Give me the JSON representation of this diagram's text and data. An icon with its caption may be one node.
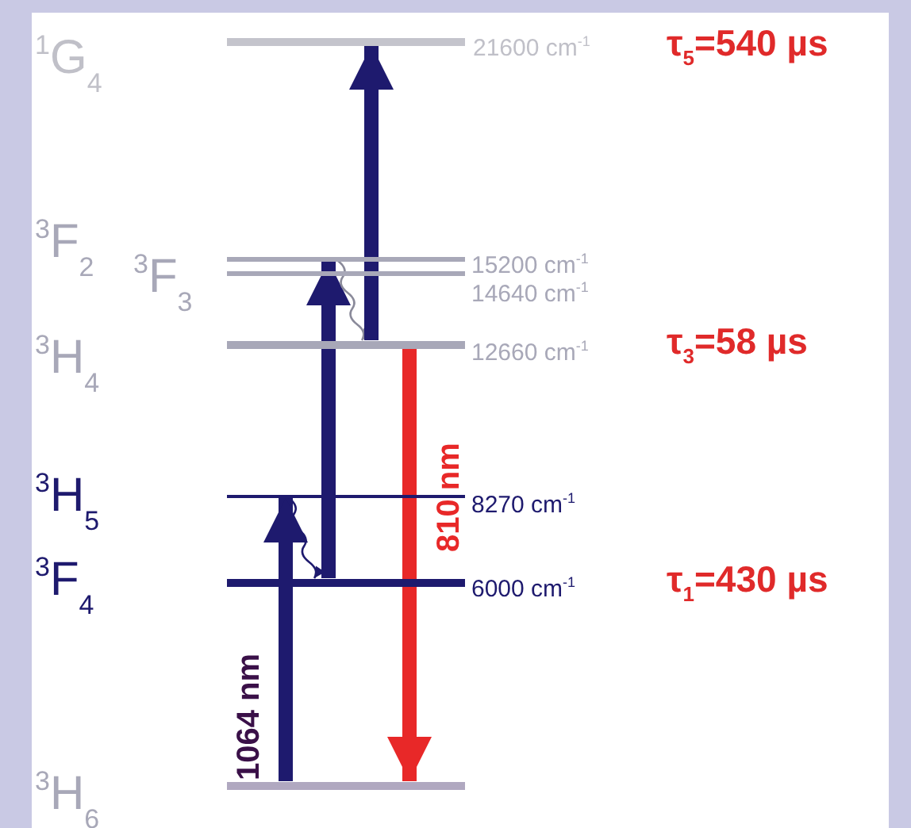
{
  "diagram": {
    "nodes": [
      {
        "text": [
          "$^{1}$G$_{4}$"
        ],
        "beside": [
          "21600 cm$^{-1}$",
          "τ$_{5}$=540 µs"
        ]
      },
      {
        "text": [
          "$^{3}$F$_{2}$"
        ],
        "beside": [
          "15200 cm$^{-1}$"
        ]
      },
      {
        "text": [
          "$^{3}$F$_{3}$"
        ],
        "beside": [
          "14640 cm$^{-1}$"
        ]
      },
      {
        "text": [
          "$^{3}$H$_{4}$"
        ],
        "beside": [
          "12660 cm$^{-1}$",
          "τ$_{3}$=58 µs"
        ]
      },
      {
        "text": [
          "$^{3}$H$_{5}$"
        ],
        "beside": [
          "8270 cm$^{-1}$"
        ]
      },
      {
        "text": [
          "$^{3}$F$_{4}$"
        ],
        "beside": [
          "6000 cm$^{-1}$",
          "τ$_{1}$=430 µs"
        ]
      },
      {
        "text": [
          "$^{3}$H$_{6}$"
        ]
      }
    ],
    "edges": [
      {
        "from": 6,
        "to": 4,
        "arrow": "to",
        "label": "1064 nm"
      },
      {
        "from": 4,
        "to": 5,
        "arrow": "to"
      },
      {
        "from": 5,
        "to": 1,
        "arrow": "to"
      },
      {
        "from": 1,
        "to": 3,
        "arrow": "to",
        "color": "#8a8a9a"
      },
      {
        "from": 3,
        "to": 0,
        "arrow": "to"
      },
      {
        "from": 3,
        "to": 6,
        "arrow": "to",
        "label": "810 nm",
        "color": "#e82828"
      }
    ]
  }
}
